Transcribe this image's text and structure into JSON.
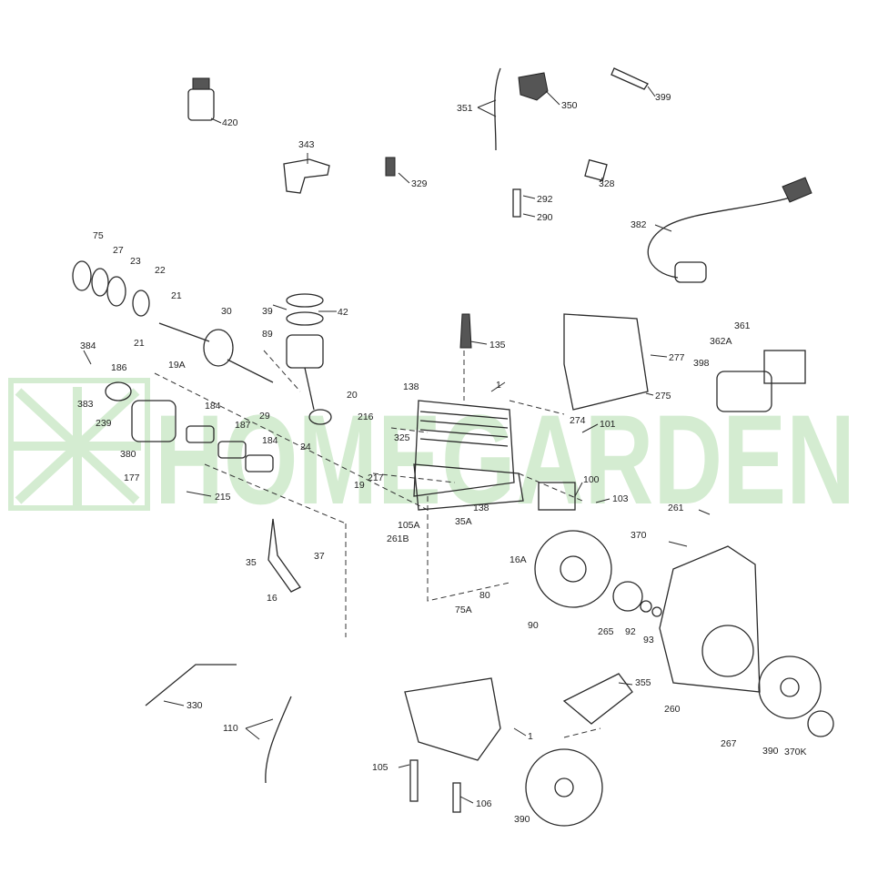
{
  "watermark": {
    "text": "HOMEGARDEN",
    "color": "#cde9c9"
  },
  "labels": [
    {
      "id": "420",
      "text": "420"
    },
    {
      "id": "343",
      "text": "343"
    },
    {
      "id": "329",
      "text": "329"
    },
    {
      "id": "351",
      "text": "351"
    },
    {
      "id": "350",
      "text": "350"
    },
    {
      "id": "399",
      "text": "399"
    },
    {
      "id": "328",
      "text": "328"
    },
    {
      "id": "292",
      "text": "292"
    },
    {
      "id": "290",
      "text": "290"
    },
    {
      "id": "382",
      "text": "382"
    },
    {
      "id": "75",
      "text": "75"
    },
    {
      "id": "27",
      "text": "27"
    },
    {
      "id": "23",
      "text": "23"
    },
    {
      "id": "22",
      "text": "22"
    },
    {
      "id": "21a",
      "text": "21"
    },
    {
      "id": "21b",
      "text": "21"
    },
    {
      "id": "30",
      "text": "30"
    },
    {
      "id": "39",
      "text": "39"
    },
    {
      "id": "42",
      "text": "42"
    },
    {
      "id": "89",
      "text": "89"
    },
    {
      "id": "135",
      "text": "135"
    },
    {
      "id": "277",
      "text": "277"
    },
    {
      "id": "361",
      "text": "361"
    },
    {
      "id": "362A",
      "text": "362A"
    },
    {
      "id": "398",
      "text": "398"
    },
    {
      "id": "384",
      "text": "384"
    },
    {
      "id": "186",
      "text": "186"
    },
    {
      "id": "19A",
      "text": "19A"
    },
    {
      "id": "383",
      "text": "383"
    },
    {
      "id": "239",
      "text": "239"
    },
    {
      "id": "184a",
      "text": "184"
    },
    {
      "id": "29",
      "text": "29"
    },
    {
      "id": "20",
      "text": "20"
    },
    {
      "id": "138a",
      "text": "138"
    },
    {
      "id": "1a",
      "text": "1"
    },
    {
      "id": "275",
      "text": "275"
    },
    {
      "id": "274",
      "text": "274"
    },
    {
      "id": "101",
      "text": "101"
    },
    {
      "id": "187",
      "text": "187"
    },
    {
      "id": "216",
      "text": "216"
    },
    {
      "id": "325",
      "text": "325"
    },
    {
      "id": "24",
      "text": "24"
    },
    {
      "id": "380",
      "text": "380"
    },
    {
      "id": "184b",
      "text": "184"
    },
    {
      "id": "177",
      "text": "177"
    },
    {
      "id": "19",
      "text": "19"
    },
    {
      "id": "217",
      "text": "217"
    },
    {
      "id": "100",
      "text": "100"
    },
    {
      "id": "103",
      "text": "103"
    },
    {
      "id": "215",
      "text": "215"
    },
    {
      "id": "138b",
      "text": "138"
    },
    {
      "id": "261a",
      "text": "261"
    },
    {
      "id": "105A",
      "text": "105A"
    },
    {
      "id": "35A",
      "text": "35A"
    },
    {
      "id": "370",
      "text": "370"
    },
    {
      "id": "261B",
      "text": "261B"
    },
    {
      "id": "37",
      "text": "37"
    },
    {
      "id": "16A",
      "text": "16A"
    },
    {
      "id": "35",
      "text": "35"
    },
    {
      "id": "16",
      "text": "16"
    },
    {
      "id": "80",
      "text": "80"
    },
    {
      "id": "75A",
      "text": "75A"
    },
    {
      "id": "90",
      "text": "90"
    },
    {
      "id": "265",
      "text": "265"
    },
    {
      "id": "92",
      "text": "92"
    },
    {
      "id": "93",
      "text": "93"
    },
    {
      "id": "330",
      "text": "330"
    },
    {
      "id": "355",
      "text": "355"
    },
    {
      "id": "260",
      "text": "260"
    },
    {
      "id": "110",
      "text": "110"
    },
    {
      "id": "1b",
      "text": "1"
    },
    {
      "id": "267",
      "text": "267"
    },
    {
      "id": "390a",
      "text": "390"
    },
    {
      "id": "370K",
      "text": "370K"
    },
    {
      "id": "105",
      "text": "105"
    },
    {
      "id": "106",
      "text": "106"
    },
    {
      "id": "390b",
      "text": "390"
    }
  ]
}
